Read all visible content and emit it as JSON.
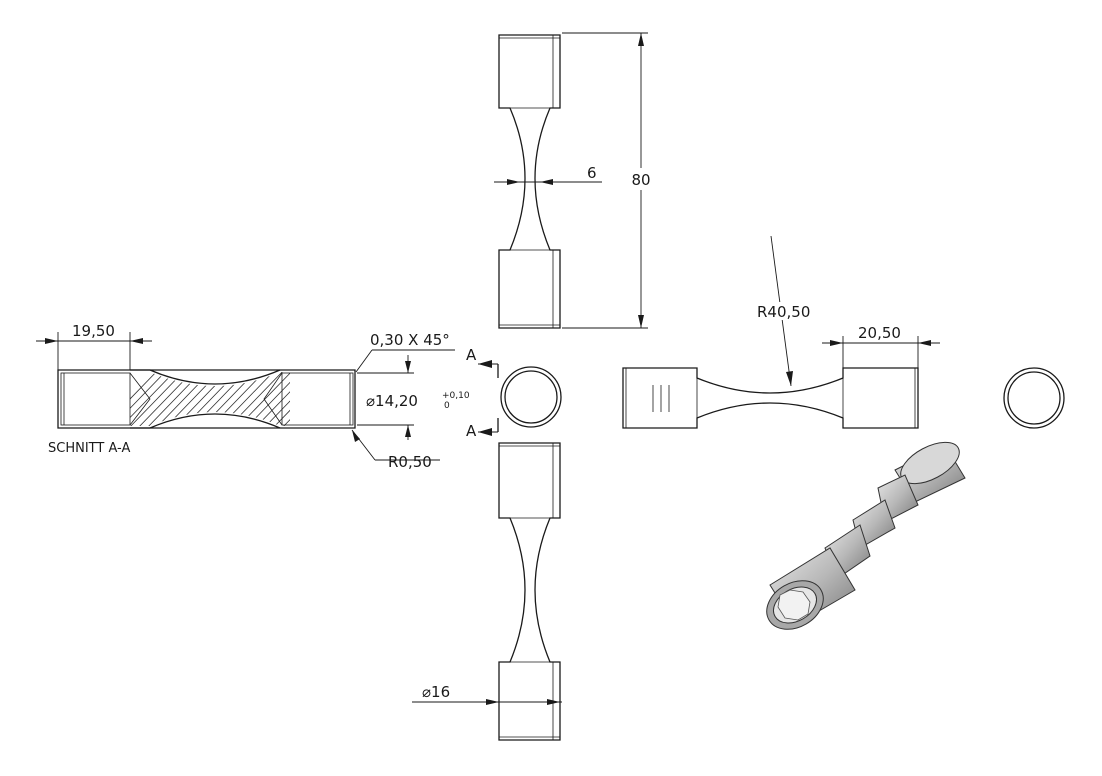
{
  "drawing": {
    "dimensions": {
      "height": "80",
      "neck_width": "6",
      "radius_neck": "R40,50",
      "grip_length_right": "20,50",
      "grip_length_left": "19,50",
      "chamfer": "0,30 X 45°",
      "bore_diameter": "⌀14,20",
      "bore_tol_upper": "+0,10",
      "bore_tol_lower": "0",
      "fillet": "R0,50",
      "outer_diameter": "⌀16"
    },
    "section": {
      "label": "SCHNITT A-A",
      "marker_top": "A",
      "marker_bottom": "A"
    },
    "colors": {
      "line": "#1a1a1a",
      "hatch": "#333333",
      "iso_fill": "#c8c8c8",
      "iso_dark": "#8c8c8c"
    }
  }
}
